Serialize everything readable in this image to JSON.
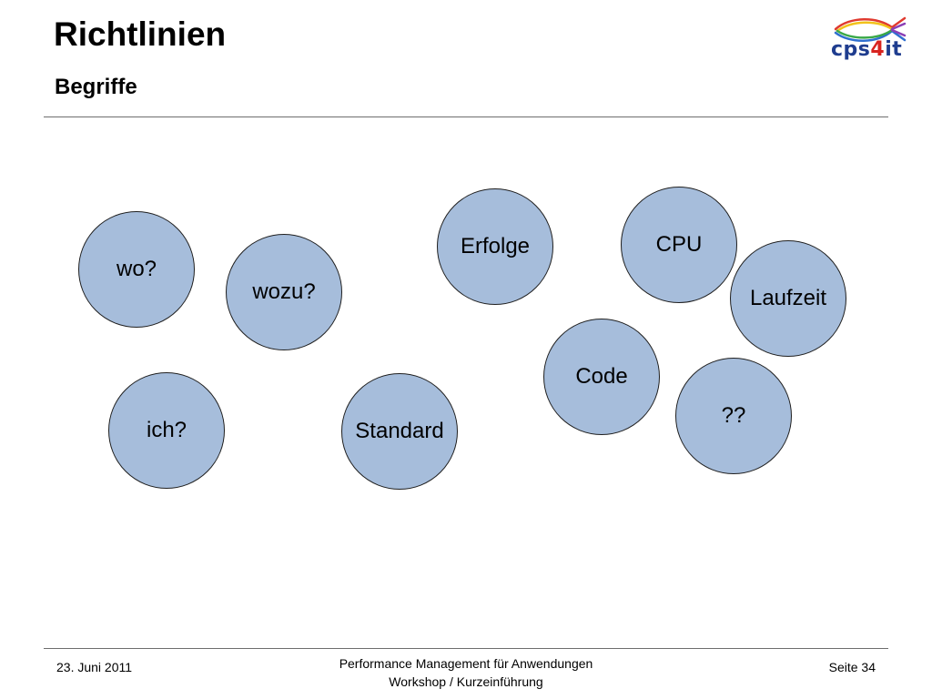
{
  "header": {
    "title": "Richtlinien",
    "subtitle": "Begriffe"
  },
  "logo": {
    "text_prefix": "cps",
    "text_number": "4",
    "text_suffix": "it",
    "colors": {
      "text": "#1f3d8f",
      "number": "#d8231f",
      "fish_red": "#e03a2f",
      "fish_yellow": "#f2c21b",
      "fish_green": "#3aa848",
      "fish_blue": "#2f6fd0",
      "fish_purple": "#8a3fb5"
    }
  },
  "bubbles": {
    "fill_color": "#a6bddb",
    "items": [
      {
        "label": "wo?"
      },
      {
        "label": "wozu?"
      },
      {
        "label": "ich?"
      },
      {
        "label": "Standard"
      },
      {
        "label": "Erfolge"
      },
      {
        "label": "CPU"
      },
      {
        "label": "Laufzeit"
      },
      {
        "label": "Code"
      },
      {
        "label": "??"
      }
    ]
  },
  "footer": {
    "date": "23. Juni 2011",
    "center_line1": "Performance Management für Anwendungen",
    "center_line2": "Workshop / Kurzeinführung",
    "page": "Seite 34"
  }
}
